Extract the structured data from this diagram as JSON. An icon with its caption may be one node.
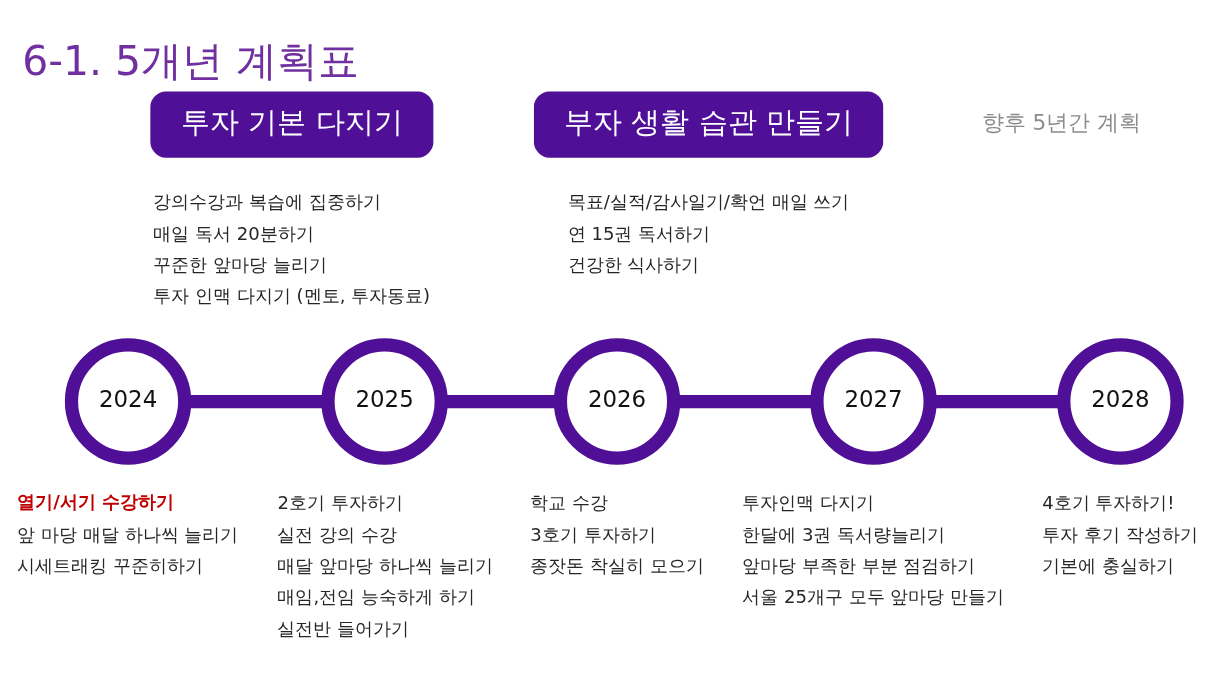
{
  "diagram": {
    "title": "6-1. 5개년 계획표",
    "nodes": [
      {
        "text": [
          "투자 기본 다지기"
        ],
        "beside": [
          "강의수강과 복습에 집중하기",
          "매일 독서 20분하기",
          "꾸준한 앞마당 늘리기",
          "투자 인맥 다지기 (멘토, 투자동료)"
        ]
      },
      {
        "text": [
          "부자 생활 습관 만들기"
        ],
        "beside": [
          "목표/실적/감사일기/확언 매일 쓰기",
          "연 15권 독서하기",
          "건강한 식사하기"
        ]
      },
      {
        "text": [
          "2024"
        ],
        "beside": [
          "열기/서기 수강하기",
          "앞 마당 매달 하나씩 늘리기",
          "시세트래킹 꾸준히하기"
        ]
      },
      {
        "text": [
          "2025"
        ],
        "beside": [
          "2호기 투자하기",
          "실전 강의 수강",
          "매달 앞마당 하나씩 늘리기",
          "매임,전임 능숙하게 하기",
          "실전반 들어가기"
        ]
      },
      {
        "text": [
          "2026"
        ],
        "beside": [
          "학교 수강",
          "3호기 투자하기",
          "종잣돈 착실히 모으기"
        ]
      },
      {
        "text": [
          "2027"
        ],
        "beside": [
          "투자인맥 다지기",
          "한달에 3권 독서량늘리기",
          "앞마당 부족한 부분 점검하기",
          "서울 25개구 모두 앞마당 만들기"
        ]
      },
      {
        "text": [
          "2028"
        ],
        "beside": [
          "4호기 투자하기!",
          "투자 후기 작성하기",
          "기본에 충실하기"
        ]
      }
    ],
    "edges": [
      {
        "from": 2,
        "to": 3,
        "arrow": "none"
      },
      {
        "from": 3,
        "to": 4,
        "arrow": "none"
      },
      {
        "from": 4,
        "to": 5,
        "arrow": "none"
      },
      {
        "from": 5,
        "to": 6,
        "arrow": "none"
      }
    ],
    "labels": [
      "향후 5년간 계획"
    ]
  }
}
